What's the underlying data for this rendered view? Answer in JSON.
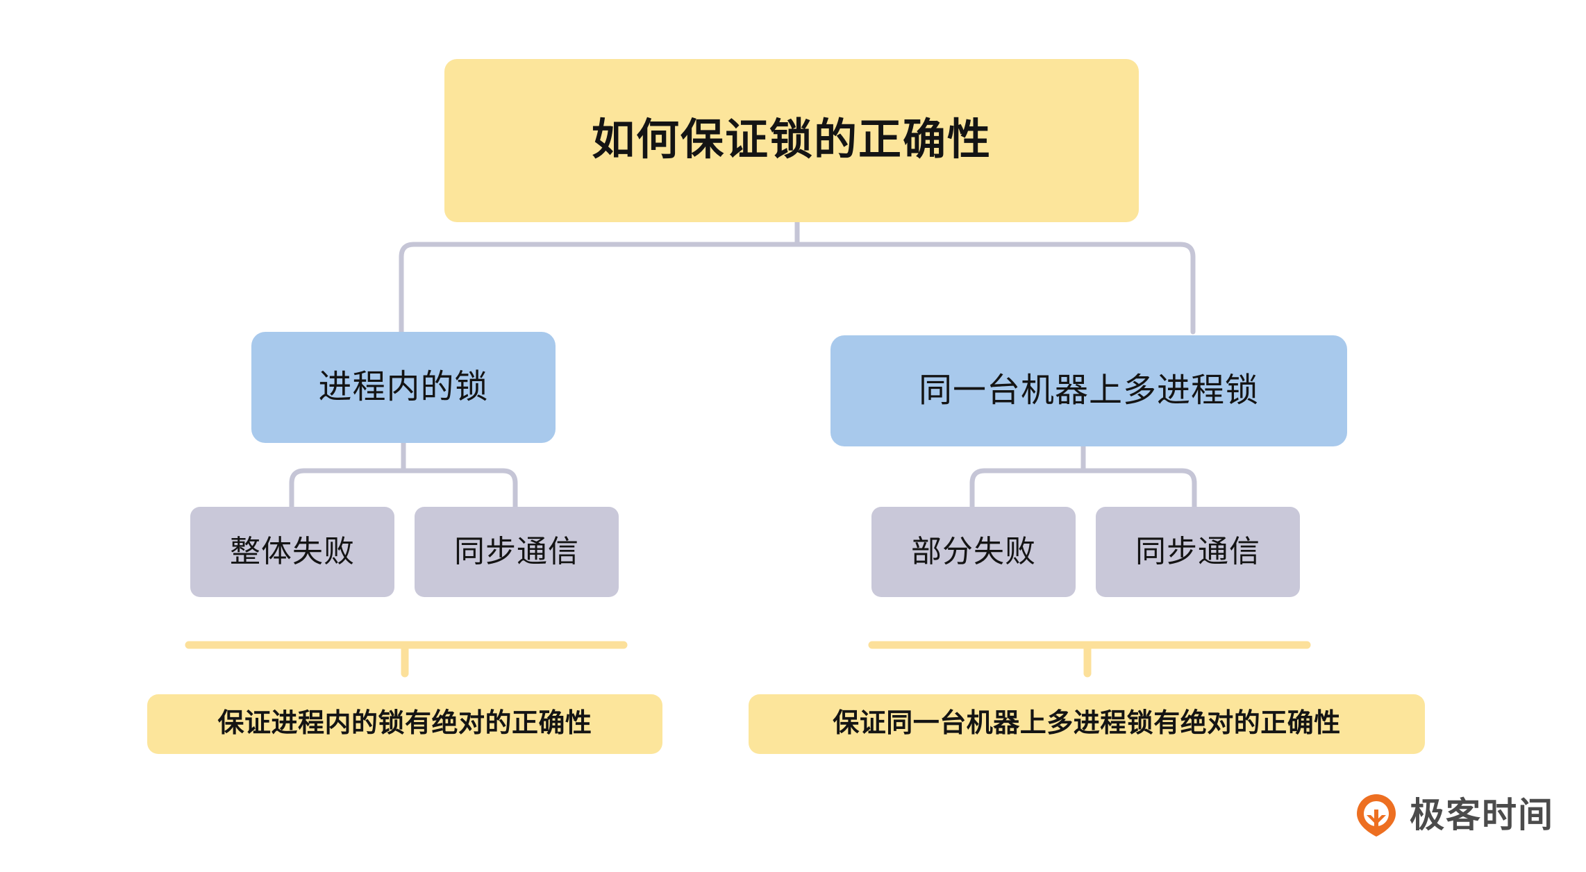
{
  "diagram": {
    "title": "如何保证锁的正确性",
    "branches": [
      {
        "label": "进程内的锁",
        "leaves": [
          "整体失败",
          "同步通信"
        ],
        "conclusion": "保证进程内的锁有绝对的正确性"
      },
      {
        "label": "同一台机器上多进程锁",
        "leaves": [
          "部分失败",
          "同步通信"
        ],
        "conclusion": "保证同一台机器上多进程锁有绝对的正确性"
      }
    ]
  },
  "watermark": {
    "brand": "极客时间",
    "icon": "geektime-pin-icon"
  },
  "colors": {
    "yellow": "#FCE59B",
    "blue": "#A8C9EC",
    "gray": "#C9C8D9",
    "connector": "#C5C5D6",
    "accent_orange": "#ED6F21",
    "text": "#141414"
  }
}
